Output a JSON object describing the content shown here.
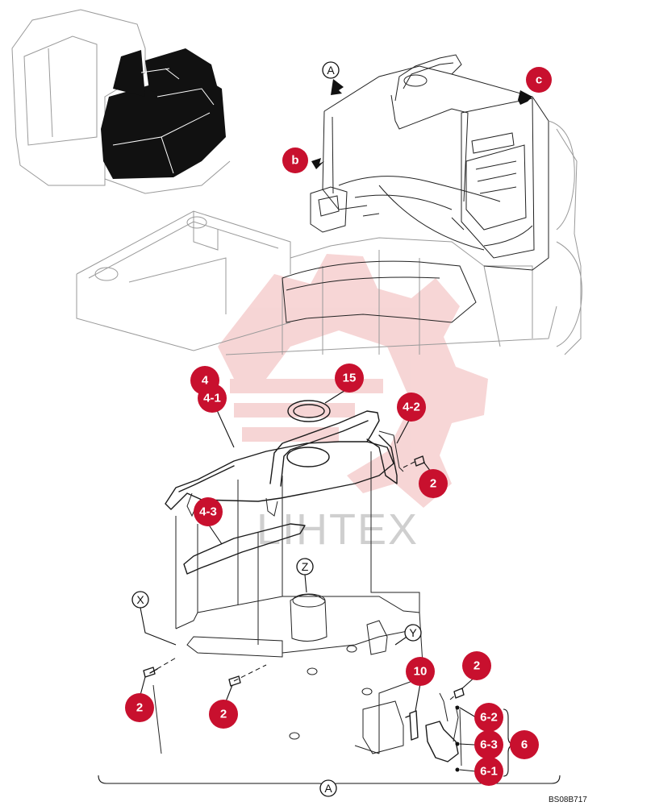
{
  "callouts": {
    "c4": "4",
    "c4_1": "4-1",
    "c4_2": "4-2",
    "c4_3": "4-3",
    "c15": "15",
    "c2a": "2",
    "c2b": "2",
    "c2c": "2",
    "c2d": "2",
    "c10": "10",
    "c6": "6",
    "c6_1": "6-1",
    "c6_2": "6-2",
    "c6_3": "6-3",
    "cb": "b",
    "cc": "c"
  },
  "view_markers": {
    "a_top": "A",
    "a_bottom": "A",
    "x": "X",
    "y": "Y",
    "z": "Z"
  },
  "watermark": "LIHTEX",
  "drawing_code": "BS08B717",
  "colors": {
    "callout_red": "#c8102e",
    "watermark_red": "#f4c6c6",
    "line": "#1a1a1a"
  }
}
